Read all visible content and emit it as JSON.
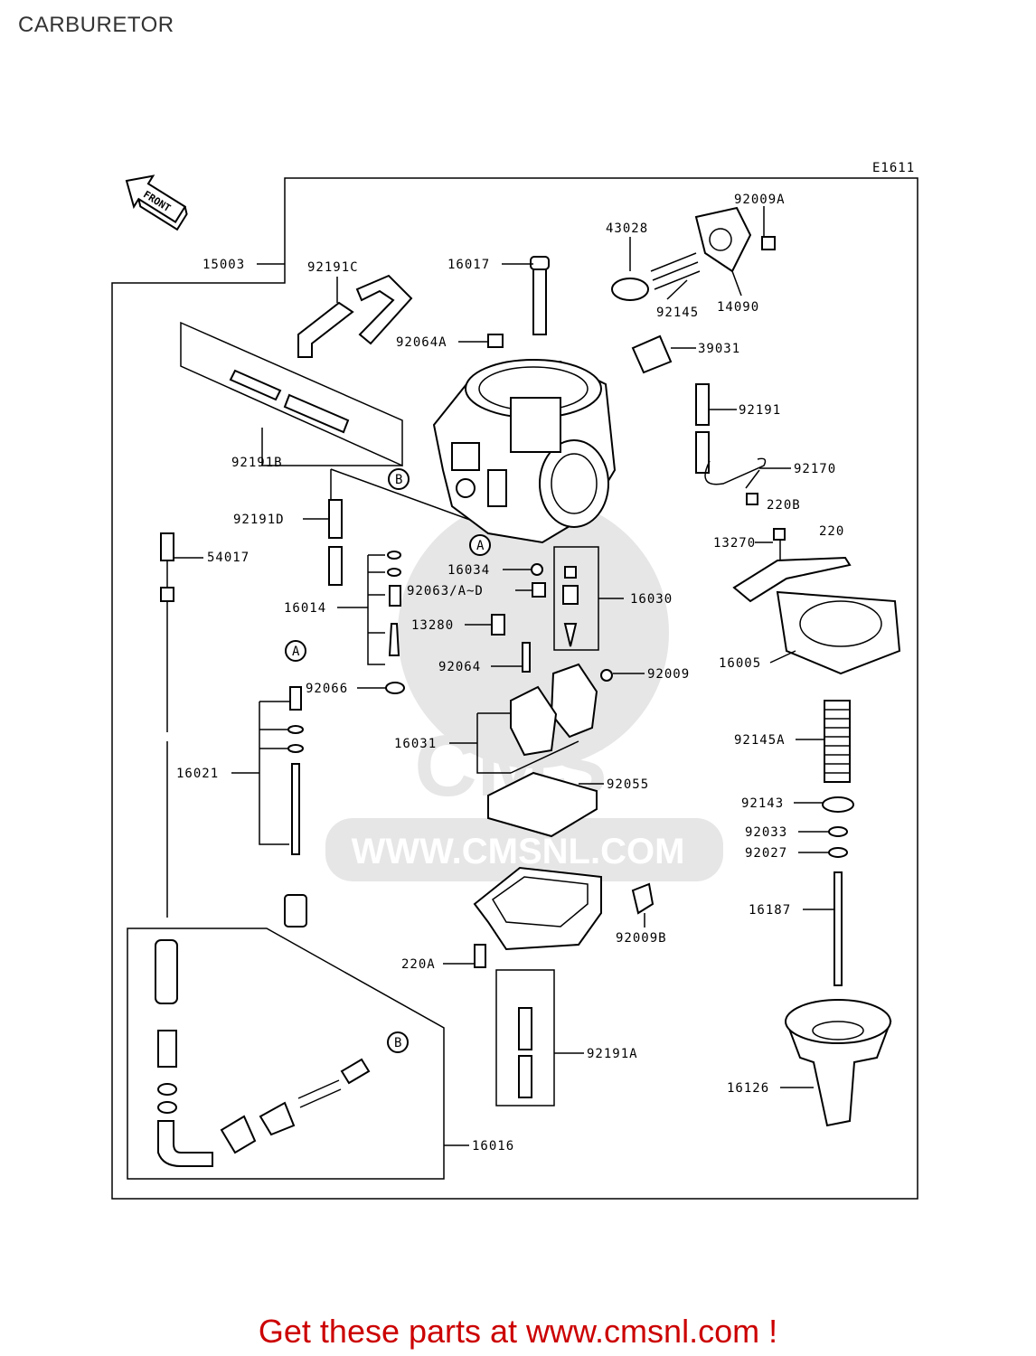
{
  "page": {
    "title": "CARBURETOR",
    "diagram_code": "E1611",
    "front_label": "FRONT",
    "watermark_url": "WWW.CMSNL.COM",
    "watermark_logo": "CMS",
    "promo_text": "Get these parts at www.cmsnl.com !",
    "promo_color": "#cc0000"
  },
  "labels": {
    "p15003": "15003",
    "p92191C": "92191C",
    "p16017": "16017",
    "p43028": "43028",
    "p92009A": "92009A",
    "p92145": "92145",
    "p14090": "14090",
    "p92064A": "92064A",
    "p39031": "39031",
    "p92191": "92191",
    "p92170": "92170",
    "p92191B": "92191B",
    "p220B": "220B",
    "p220": "220",
    "p92191D": "92191D",
    "p13270": "13270",
    "p54017": "54017",
    "p16034": "16034",
    "p92063": "92063/A~D",
    "p16030": "16030",
    "p16014": "16014",
    "p13280": "13280",
    "p92064": "92064",
    "p92009": "92009",
    "p16005": "16005",
    "p92066": "92066",
    "p92145A": "92145A",
    "p16031": "16031",
    "p16021": "16021",
    "p92055": "92055",
    "p92143": "92143",
    "p92033": "92033",
    "p92027": "92027",
    "p16187": "16187",
    "p92009B": "92009B",
    "p220A": "220A",
    "p92191A": "92191A",
    "p16126": "16126",
    "p16016": "16016"
  },
  "callouts": {
    "a": "A",
    "b": "B"
  }
}
